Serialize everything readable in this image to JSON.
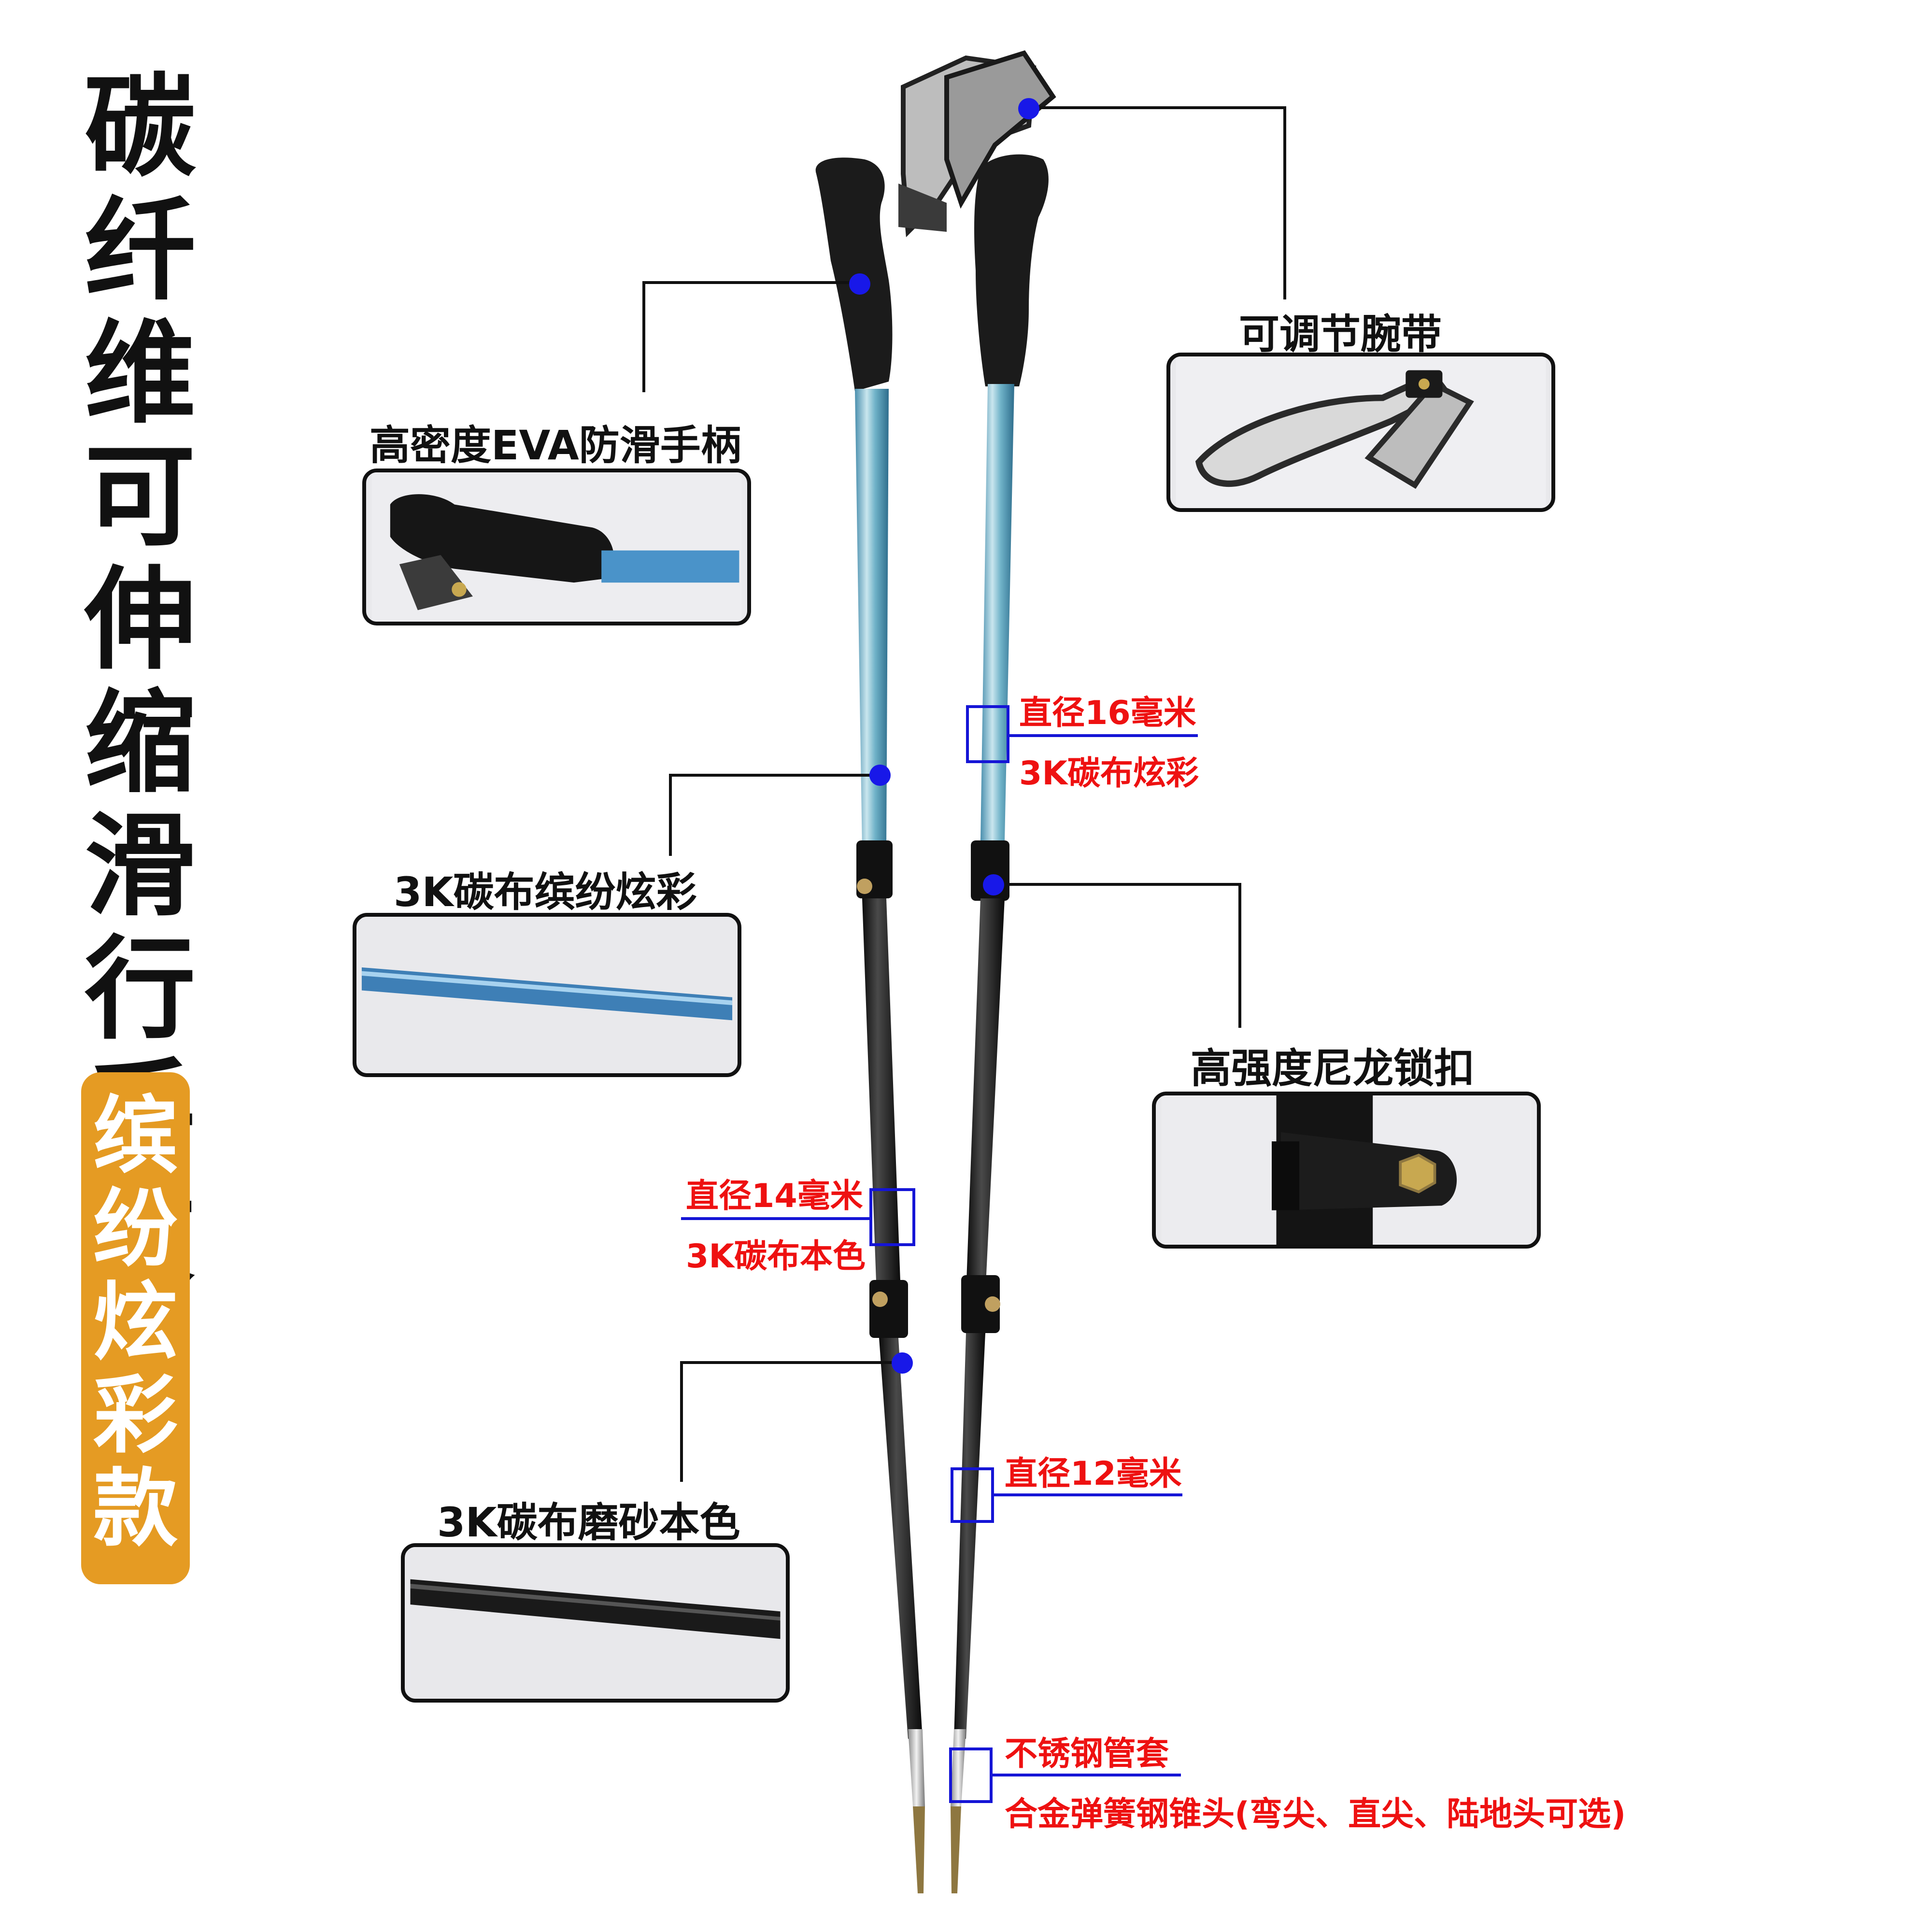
{
  "title": {
    "main": [
      "碳",
      "纤",
      "维",
      "可",
      "伸",
      "缩",
      "滑",
      "行",
      "手",
      "杖"
    ],
    "badge": [
      "缤",
      "纷",
      "炫",
      "彩",
      "款"
    ],
    "badge_color": "#e59b23"
  },
  "callouts": {
    "grip": "高密度EVA防滑手柄",
    "strap": "可调节腕带",
    "upper_tube": "3K碳布缤纷炫彩",
    "lock": "高强度尼龙锁扣",
    "lower_tube": "3K碳布磨砂本色"
  },
  "specs": {
    "d16": "直径16毫米",
    "d16_note": "3K碳布炫彩",
    "d14": "直径14毫米",
    "d14_note": "3K碳布本色",
    "d12": "直径12毫米",
    "sleeve": "不锈钢管套",
    "tip": "合金弹簧钢锥头(弯尖、直尖、陆地头可选)"
  },
  "colors": {
    "marker": "#1818e8",
    "spec_text": "#ee1111",
    "spec_line": "#1515d6"
  }
}
